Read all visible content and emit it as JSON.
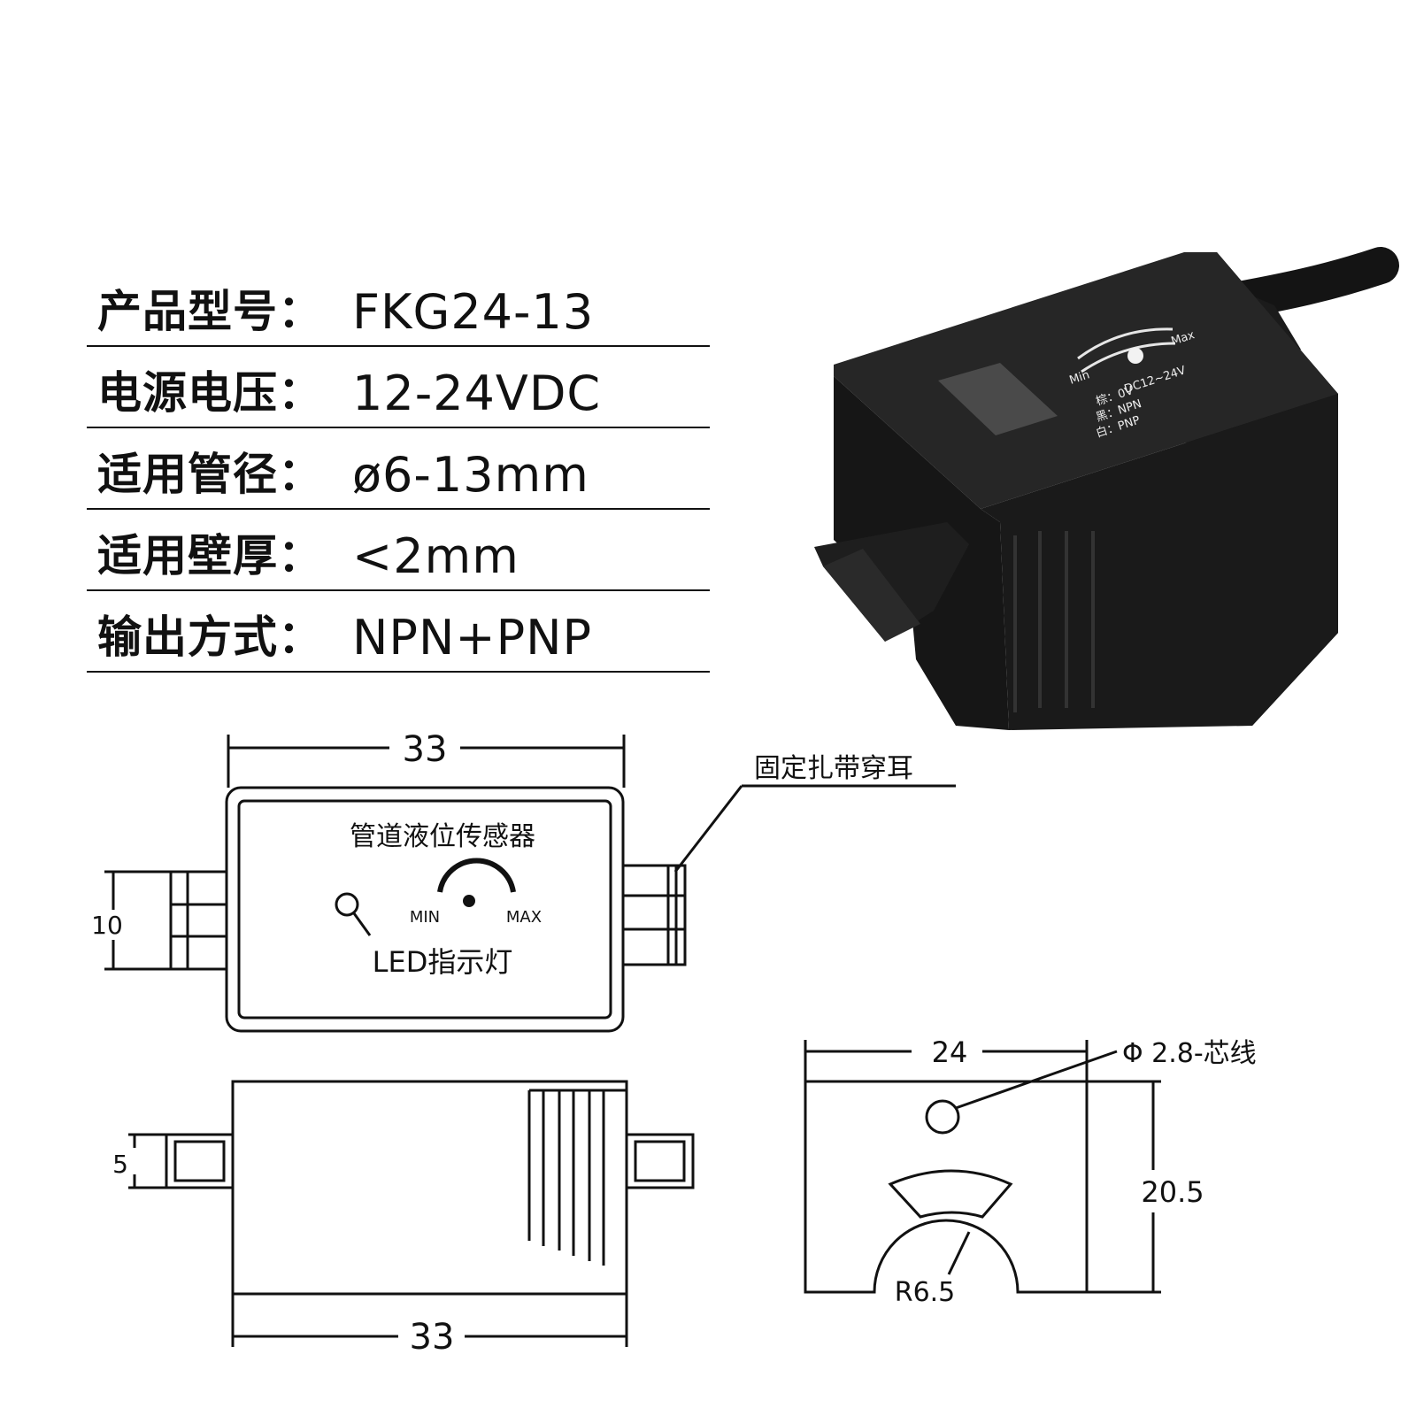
{
  "specs": [
    {
      "label": "产品型号：",
      "value": "FKG24-13"
    },
    {
      "label": "电源电压：",
      "value": "12-24VDC"
    },
    {
      "label": "适用管径：",
      "value": "ø6-13mm"
    },
    {
      "label": "适用壁厚：",
      "value": "<2mm"
    },
    {
      "label": "输出方式：",
      "value": "NPN+PNP"
    }
  ],
  "product_label": {
    "min": "Min",
    "max": "Max",
    "lines": [
      "DC12~24V",
      "棕：0V",
      "黑：NPN",
      "白：PNP"
    ]
  },
  "top_view": {
    "width_dim": "33",
    "height_dim": "10",
    "title": "管道液位传感器",
    "min": "MIN",
    "max": "MAX",
    "led_label": "LED指示灯",
    "callout": "固定扎带穿耳"
  },
  "side_view": {
    "width_dim": "33",
    "height_dim": "5"
  },
  "end_view": {
    "width_dim": "24",
    "height_dim": "20.5",
    "radius_dim": "R6.5",
    "hole_callout": "Φ 2.8-芯线"
  }
}
